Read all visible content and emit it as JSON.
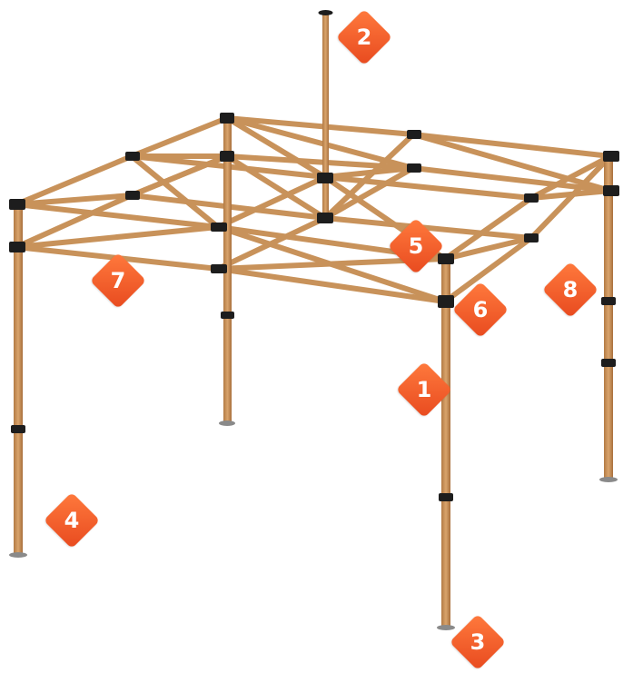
{
  "diagram": {
    "frame_color": "#c8925a",
    "joint_color": "#1d1d1d",
    "callout_color": "#f05a28",
    "callouts": [
      {
        "number": "1",
        "icon": "diamond-badge"
      },
      {
        "number": "2",
        "icon": "diamond-badge"
      },
      {
        "number": "3",
        "icon": "diamond-badge"
      },
      {
        "number": "4",
        "icon": "diamond-badge"
      },
      {
        "number": "5",
        "icon": "diamond-badge"
      },
      {
        "number": "6",
        "icon": "diamond-badge"
      },
      {
        "number": "7",
        "icon": "diamond-badge"
      },
      {
        "number": "8",
        "icon": "diamond-badge"
      }
    ]
  }
}
